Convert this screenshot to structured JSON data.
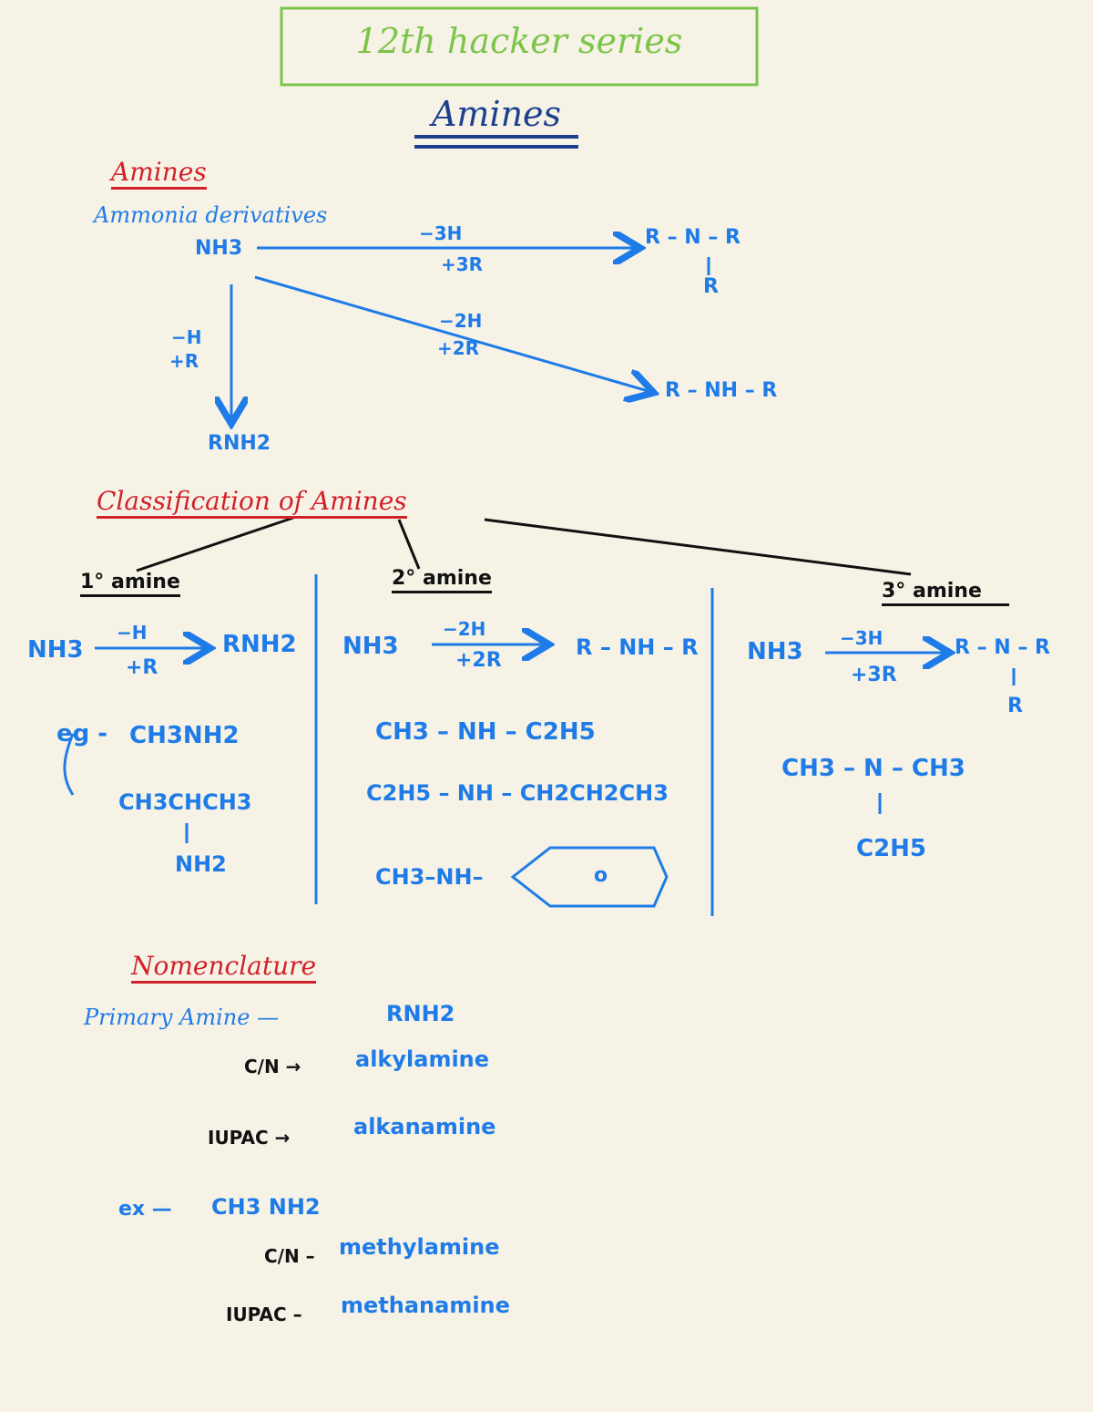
{
  "banner": {
    "title": "12th hacker series"
  },
  "page_title": "Amines",
  "intro": {
    "heading": "Amines",
    "subtitle": "Ammonia derivatives",
    "nh3": "NH3",
    "right_top_cond": "−3H",
    "right_bottom_cond": "+3R",
    "tertiary_product_top": "R – N – R",
    "tertiary_product_bottom": "R",
    "diag_top_cond": "−2H",
    "diag_bottom_cond": "+2R",
    "secondary_product": "R – NH – R",
    "down_top_cond": "−H",
    "down_bottom_cond": "+R",
    "primary_product": "RNH2"
  },
  "classification": {
    "heading": "Classification of Amines",
    "primary": {
      "label": "1° amine",
      "reactant": "NH3",
      "cond_top": "−H",
      "cond_bottom": "+R",
      "product": "RNH2",
      "eg_label": "eg -",
      "ex1": "CH3NH2",
      "ex2": "CH3CHCH3",
      "ex2_sub": "NH2"
    },
    "secondary": {
      "label": "2° amine",
      "reactant": "NH3",
      "cond_top": "−2H",
      "cond_bottom": "+2R",
      "product": "R – NH – R",
      "ex1": "CH3 – NH – C2H5",
      "ex2": "C2H5 – NH – CH2CH2CH3",
      "ex3": "CH3–NH–",
      "ring_label": "o"
    },
    "tertiary": {
      "label": "3° amine",
      "reactant": "NH3",
      "cond_top": "−3H",
      "cond_bottom": "+3R",
      "product": "R – N – R",
      "product_sub": "R",
      "ex1": "CH3 – N – CH3",
      "ex1_sub": "C2H5"
    }
  },
  "nomenclature": {
    "heading": "Nomenclature",
    "primary_label": "Primary Amine —",
    "primary_formula": "RNH2",
    "cn_label": "C/N →",
    "cn_value": "alkylamine",
    "iupac_label": "IUPAC →",
    "iupac_value": "alkanamine",
    "ex_label": "ex —",
    "ex_formula": "CH3 NH2",
    "ex_cn_label": "C/N –",
    "ex_cn_value": "methylamine",
    "ex_iupac_label": "IUPAC –",
    "ex_iupac_value": "methanamine"
  },
  "colors": {
    "background": "#f6f3e6",
    "ink_blue": "#1f7be8",
    "ink_red": "#d1222a",
    "ink_navy": "#1c3f8f",
    "banner_green": "#7cc44a",
    "ink_black": "#111111"
  }
}
